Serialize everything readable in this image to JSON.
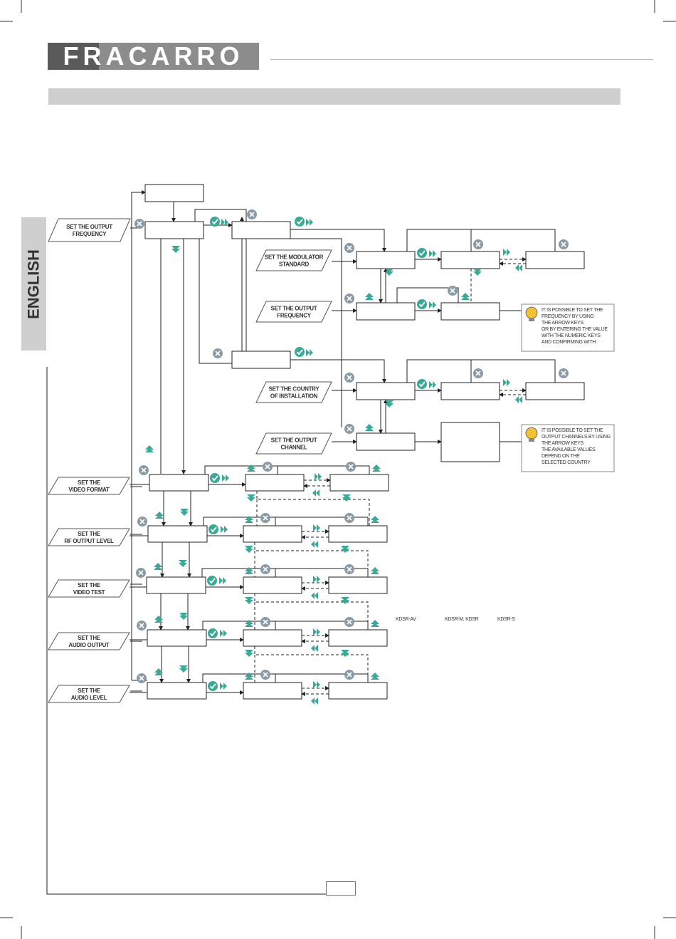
{
  "header": {
    "brand": "FRACARRO",
    "brand_dark_part": "FR",
    "brand_light_part": "ACARRO",
    "brand_colors": {
      "dark": "#5a5a5a",
      "light": "#8c8c8c",
      "accent": "#3aaa96"
    }
  },
  "sidebar": {
    "language": "ENGLISH"
  },
  "labels": {
    "set_output_frequency_top": [
      "SET THE OUTPUT",
      "FREQUENCY"
    ],
    "set_modulator_standard": [
      "SET THE MODULATOR",
      "STANDARD"
    ],
    "set_output_frequency_mid": [
      "SET THE OUTPUT",
      "FREQUENCY"
    ],
    "set_country": [
      "SET THE COUNTRY",
      "OF INSTALLATION"
    ],
    "set_output_channel": [
      "SET THE OUTPUT",
      "CHANNEL"
    ],
    "set_video_format": [
      "SET THE",
      "VIDEO FORMAT"
    ],
    "set_rf_output_level": [
      "SET THE",
      "RF OUTPUT LEVEL"
    ],
    "set_video_test": [
      "SET THE",
      "VIDEO TEST"
    ],
    "set_audio_output": [
      "SET THE",
      "AUDIO OUTPUT"
    ],
    "set_audio_level": [
      "SET THE",
      "AUDIO LEVEL"
    ]
  },
  "tips": {
    "frequency": [
      "IT IS POSSIBLE TO SET THE",
      "FREQUENCY BY USING",
      "THE ARROW KEYS",
      "OR BY ENTERING THE VALUE",
      "WITH THE NUMERIC KEYS",
      "AND CONFIRMING WITH"
    ],
    "channel": [
      "IT IS POSSIBLE TO SET THE",
      "OUTPUT CHANNELS BY USING",
      "THE ARROW KEYS",
      "THE AVAILABLE VALUES",
      "DEPEND ON THE",
      "SELECTED COUNTRY"
    ]
  },
  "models": {
    "kdsr_av": "KDSR-AV",
    "kdsr_m": "KDSR-M, KDSR",
    "kdsr_s": "KDSR-S"
  },
  "icons": {
    "ok": "check-icon",
    "cancel": "x-icon",
    "next": "double-chevron-right-icon",
    "prev": "double-chevron-left-icon",
    "up": "chevron-up-icon",
    "down": "chevron-down-icon",
    "tip": "lightbulb-icon"
  }
}
